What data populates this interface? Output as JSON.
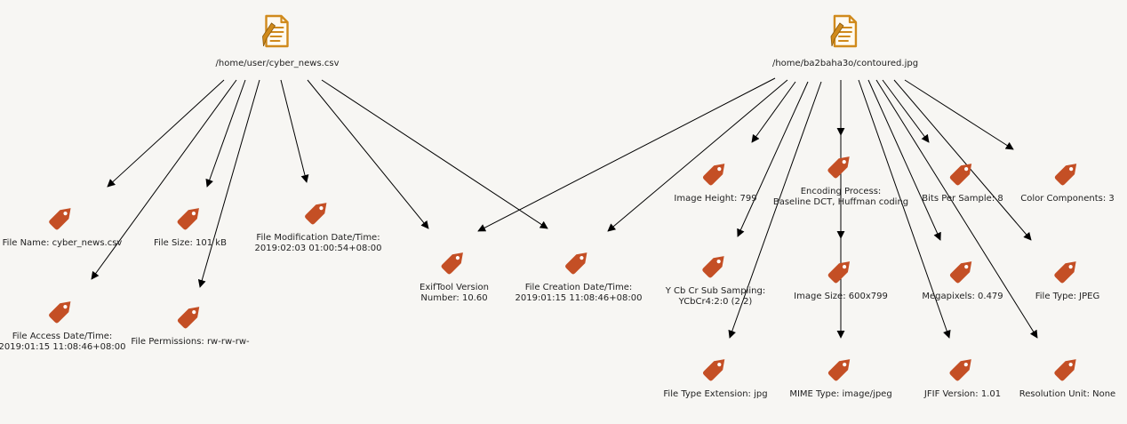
{
  "colors": {
    "tag": "#c44f25",
    "file": "#d08a1c",
    "edge": "#000000",
    "background": "#f7f6f3"
  },
  "files": [
    {
      "id": "f1",
      "icon": "document-icon",
      "label": "/home/user/cyber_news.csv"
    },
    {
      "id": "f2",
      "icon": "document-icon",
      "label": "/home/ba2baha3o/contoured.jpg"
    }
  ],
  "tags": [
    {
      "id": "t_fname",
      "icon": "tag-icon",
      "label": "File Name: cyber_news.csv"
    },
    {
      "id": "t_fsize",
      "icon": "tag-icon",
      "label": "File Size: 101 kB"
    },
    {
      "id": "t_fmod",
      "icon": "tag-icon",
      "label": "File Modification Date/Time:\n2019:02:03 01:00:54+08:00"
    },
    {
      "id": "t_facc",
      "icon": "tag-icon",
      "label": "File Access Date/Time:\n2019:01:15 11:08:46+08:00"
    },
    {
      "id": "t_fperm",
      "icon": "tag-icon",
      "label": "File Permissions: rw-rw-rw-"
    },
    {
      "id": "t_exif",
      "icon": "tag-icon",
      "label": "ExifTool Version\nNumber: 10.60"
    },
    {
      "id": "t_fcre",
      "icon": "tag-icon",
      "label": "File Creation Date/Time:\n2019:01:15 11:08:46+08:00"
    },
    {
      "id": "t_ih",
      "icon": "tag-icon",
      "label": "Image Height: 799"
    },
    {
      "id": "t_enc",
      "icon": "tag-icon",
      "label": "Encoding Process:\nBaseline DCT, Huffman coding"
    },
    {
      "id": "t_bps",
      "icon": "tag-icon",
      "label": "Bits Per Sample: 8"
    },
    {
      "id": "t_cc",
      "icon": "tag-icon",
      "label": "Color Components: 3"
    },
    {
      "id": "t_ycc",
      "icon": "tag-icon",
      "label": "Y Cb Cr Sub Sampling:\nYCbCr4:2:0 (2 2)"
    },
    {
      "id": "t_isz",
      "icon": "tag-icon",
      "label": "Image Size: 600x799"
    },
    {
      "id": "t_mp",
      "icon": "tag-icon",
      "label": "Megapixels: 0.479"
    },
    {
      "id": "t_ft",
      "icon": "tag-icon",
      "label": "File Type: JPEG"
    },
    {
      "id": "t_fte",
      "icon": "tag-icon",
      "label": "File Type Extension: jpg"
    },
    {
      "id": "t_mime",
      "icon": "tag-icon",
      "label": "MIME Type: image/jpeg"
    },
    {
      "id": "t_jfif",
      "icon": "tag-icon",
      "label": "JFIF Version: 1.01"
    },
    {
      "id": "t_ru",
      "icon": "tag-icon",
      "label": "Resolution Unit: None"
    }
  ],
  "edges": [
    [
      "f1",
      "t_fname"
    ],
    [
      "f1",
      "t_fsize"
    ],
    [
      "f1",
      "t_fmod"
    ],
    [
      "f1",
      "t_facc"
    ],
    [
      "f1",
      "t_fperm"
    ],
    [
      "f1",
      "t_exif"
    ],
    [
      "f1",
      "t_fcre"
    ],
    [
      "f2",
      "t_exif"
    ],
    [
      "f2",
      "t_fcre"
    ],
    [
      "f2",
      "t_ih"
    ],
    [
      "f2",
      "t_enc"
    ],
    [
      "f2",
      "t_bps"
    ],
    [
      "f2",
      "t_cc"
    ],
    [
      "f2",
      "t_ycc"
    ],
    [
      "f2",
      "t_isz"
    ],
    [
      "f2",
      "t_mp"
    ],
    [
      "f2",
      "t_ft"
    ],
    [
      "f2",
      "t_fte"
    ],
    [
      "f2",
      "t_mime"
    ],
    [
      "f2",
      "t_jfif"
    ],
    [
      "f2",
      "t_ru"
    ]
  ]
}
